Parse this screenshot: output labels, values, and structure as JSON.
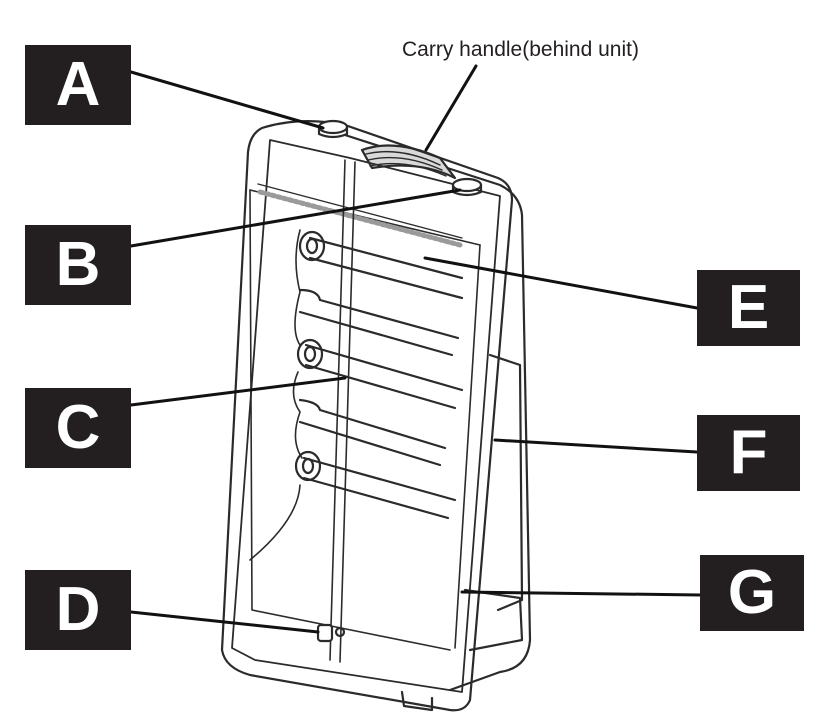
{
  "diagram": {
    "caption": "Carry handle(behind unit)",
    "labels": {
      "a": "A",
      "b": "B",
      "c": "C",
      "d": "D",
      "e": "E",
      "f": "F",
      "g": "G"
    }
  }
}
